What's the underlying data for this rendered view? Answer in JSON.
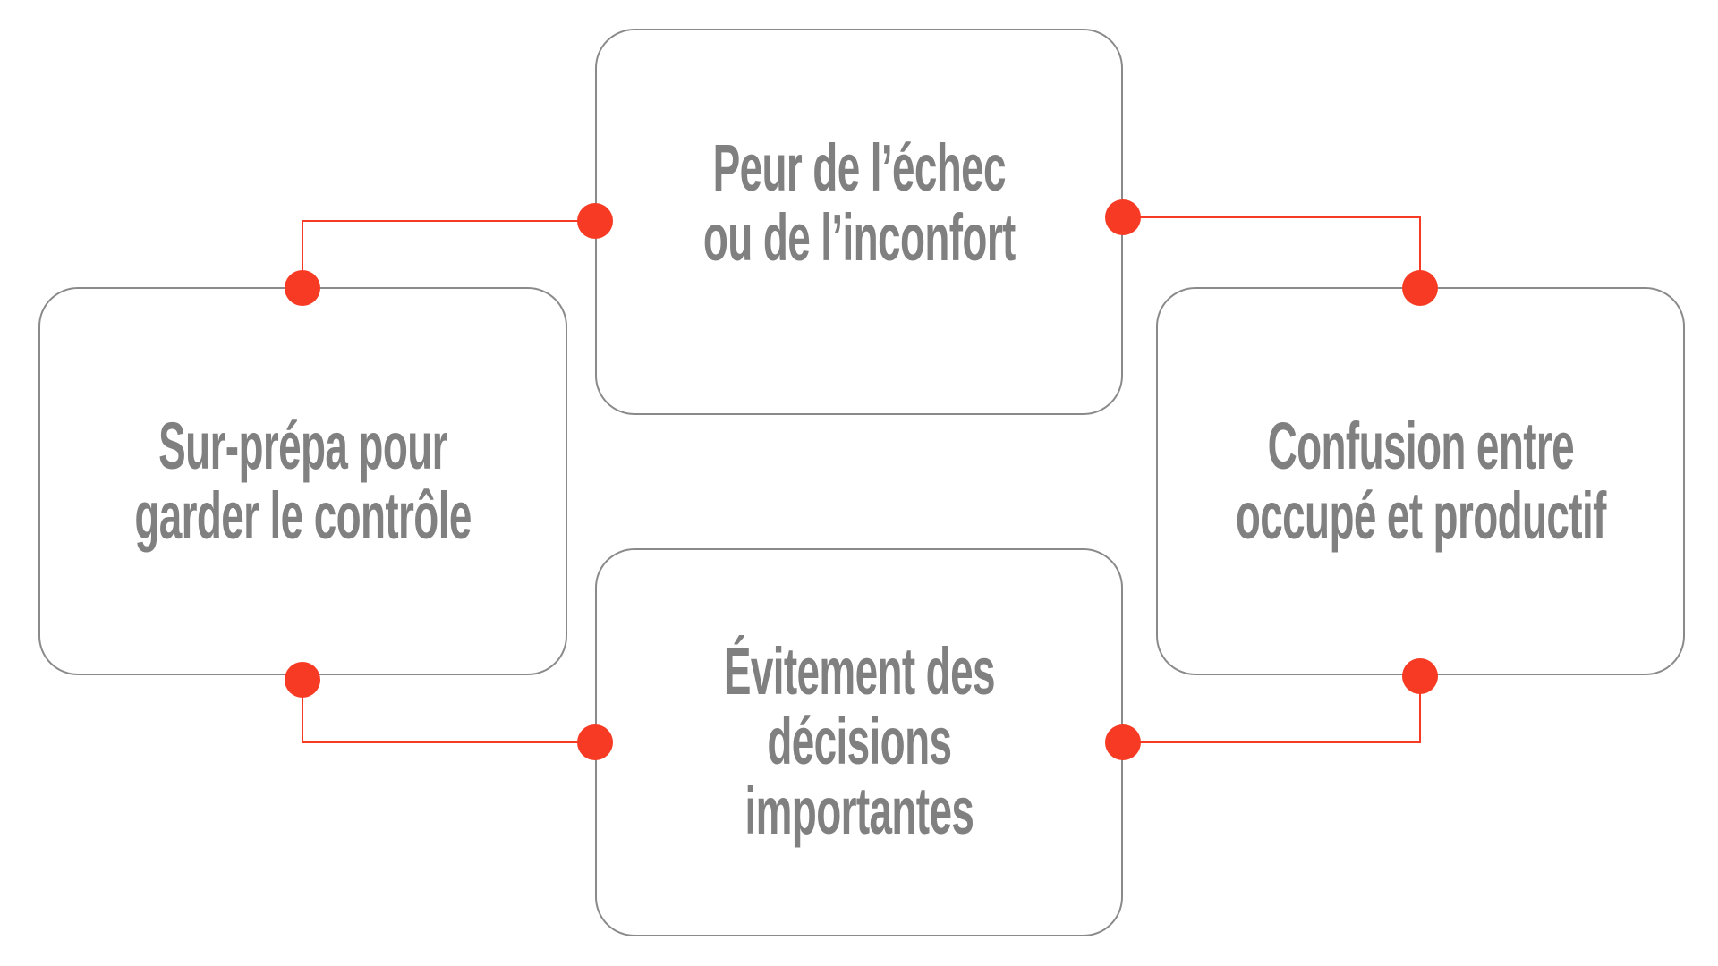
{
  "diagram": {
    "type": "cycle",
    "accent_color": "#F63A24",
    "border_color": "#8A8A8A",
    "text_color": "#808080",
    "boxes": [
      {
        "id": "top",
        "lines": [
          "Peur de l’échec",
          "ou de l’inconfort"
        ]
      },
      {
        "id": "right",
        "lines": [
          "Confusion entre",
          "occupé et productif"
        ]
      },
      {
        "id": "bottom",
        "lines": [
          "Évitement des",
          "décisions",
          "importantes"
        ]
      },
      {
        "id": "left",
        "lines": [
          "Sur-prépa pour",
          "garder le contrôle"
        ]
      }
    ],
    "connections": [
      {
        "from": "top",
        "to": "right"
      },
      {
        "from": "right",
        "to": "bottom"
      },
      {
        "from": "bottom",
        "to": "left"
      },
      {
        "from": "left",
        "to": "top"
      }
    ]
  }
}
